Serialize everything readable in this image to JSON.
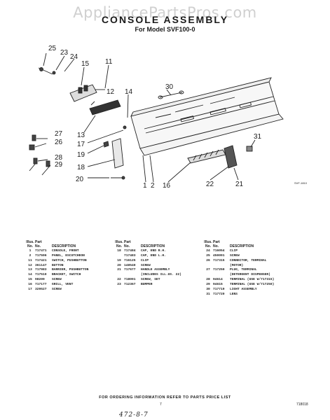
{
  "watermark": "AppliancePartsPros.com",
  "title": "CONSOLE ASSEMBLY",
  "subtitle": "For Model SVF100-0",
  "diagram": {
    "callouts": [
      "25",
      "23",
      "24",
      "15",
      "11",
      "12",
      "14",
      "30",
      "27",
      "26",
      "13",
      "17",
      "19",
      "28",
      "29",
      "18",
      "20",
      "1",
      "2",
      "16",
      "22",
      "21",
      "31"
    ],
    "code": "SVF-1810"
  },
  "headers": {
    "illus": "Illus.",
    "part": "Part",
    "no": "No.",
    "no2": "No.",
    "description": "DESCRIPTION"
  },
  "parts": [
    [
      {
        "no": "1",
        "part": "717471",
        "desc": "CONSOLE, FRONT"
      },
      {
        "no": "2",
        "part": "717596",
        "desc": "PANEL, ESCUTCHEON"
      },
      {
        "no": "11",
        "part": "717421",
        "desc": "SWITCH, PUSHBUTTON"
      },
      {
        "no": "12",
        "part": "361147",
        "desc": "BUTTON"
      },
      {
        "no": "13",
        "part": "717983",
        "desc": "BARRIER, PUSHBUTTON"
      },
      {
        "no": "14",
        "part": "717510",
        "desc": "BRACKET, SWITCH"
      },
      {
        "no": "15",
        "part": "98209",
        "desc": "SCREW"
      },
      {
        "no": "16",
        "part": "717177",
        "desc": "GRILL, VENT"
      },
      {
        "no": "17",
        "part": "329527",
        "desc": "SCREW"
      }
    ],
    [
      {
        "no": "18",
        "part": "717484",
        "desc": "CAP, END R.H."
      },
      {
        "no": "",
        "part": "717483",
        "desc": "CAP, END L.H."
      },
      {
        "no": "19",
        "part": "716125",
        "desc": "CLIP"
      },
      {
        "no": "20",
        "part": "148540",
        "desc": "SCREW"
      },
      {
        "no": "21",
        "part": "717677",
        "desc": "HANDLE ASSEMBLY"
      },
      {
        "no": "",
        "part": "",
        "desc": "(INCLUDES ILL.US. 22)"
      },
      {
        "no": "22",
        "part": "718091",
        "desc": "SCREW, SET"
      },
      {
        "no": "23",
        "part": "712367",
        "desc": "BUMPER"
      }
    ],
    [
      {
        "no": "24",
        "part": "716054",
        "desc": "CLIP"
      },
      {
        "no": "25",
        "part": "450091",
        "desc": "SCREW"
      },
      {
        "no": "26",
        "part": "717315",
        "desc": "CONNECTOR, TERMINAL"
      },
      {
        "no": "",
        "part": "",
        "desc": "(MOTOR)"
      },
      {
        "no": "27",
        "part": "717250",
        "desc": "PLUG, TERMINAL"
      },
      {
        "no": "",
        "part": "",
        "desc": "(DETERGENT DISPENSER)"
      },
      {
        "no": "28",
        "part": "94614",
        "desc": "TERMINAL (USE W/717315)"
      },
      {
        "no": "29",
        "part": "94615",
        "desc": "TERMINAL (USE W/717250)"
      },
      {
        "no": "30",
        "part": "717719",
        "desc": "LIGHT ASSEMBLY"
      },
      {
        "no": "31",
        "part": "717720",
        "desc": "LENS"
      }
    ]
  ],
  "footer": "FOR ORDERING INFORMATION REFER TO PARTS PRICE LIST",
  "page_number": "7",
  "doc_number": "718018",
  "handwriting": "472-8-7"
}
